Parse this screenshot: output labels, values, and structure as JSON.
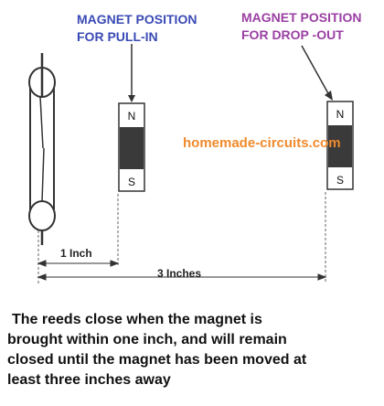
{
  "labels": {
    "pull_in_line1": "MAGNET POSITION",
    "pull_in_line2": "FOR PULL-IN",
    "drop_out_line1": "MAGNET POSITION",
    "drop_out_line2": "FOR DROP -OUT"
  },
  "magnet": {
    "north": "N",
    "south": "S"
  },
  "watermark": "homemade-circuits.com",
  "dimensions": {
    "near": "1 Inch",
    "far": "3 Inches"
  },
  "caption": {
    "line1": "The reeds close when the magnet is",
    "line2": "brought within one inch, and will remain",
    "line3": "closed until the magnet has been moved at",
    "line4": "least three inches away"
  },
  "colors": {
    "pull_label": "#3a4ab5",
    "drop_label": "#9a3fa3",
    "watermark": "#f08a2c"
  }
}
